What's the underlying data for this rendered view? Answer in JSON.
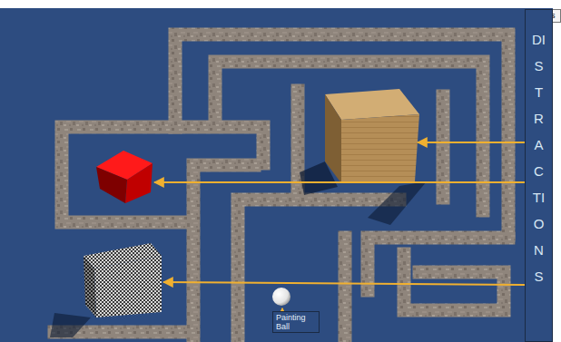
{
  "diagram": {
    "nodes": [
      {
        "text": [
          "Paus"
        ]
      },
      {
        "text": [
          "DISTRACTIONS"
        ]
      },
      {
        "text": [
          "Painting Ball"
        ]
      }
    ]
  }
}
